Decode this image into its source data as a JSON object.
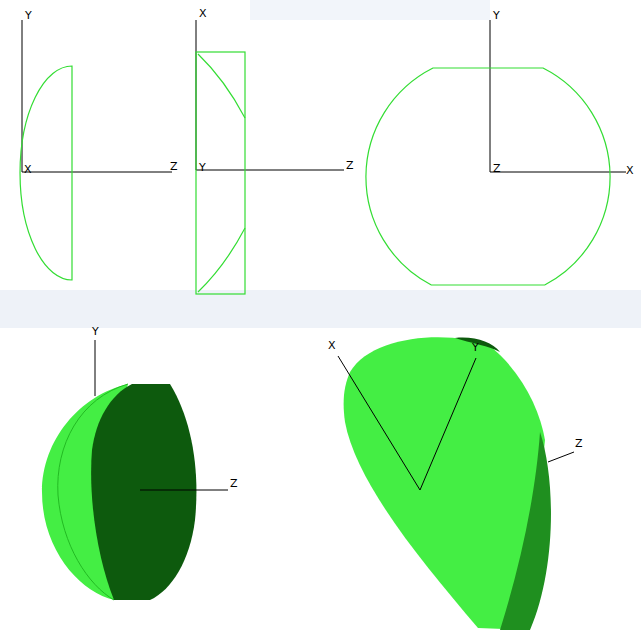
{
  "diagram": {
    "labels": [
      "Y",
      "X",
      "Z",
      "X",
      "Y",
      "Z",
      "Y",
      "Z",
      "X",
      "Y",
      "Z",
      "X",
      "Y",
      "Z"
    ]
  }
}
